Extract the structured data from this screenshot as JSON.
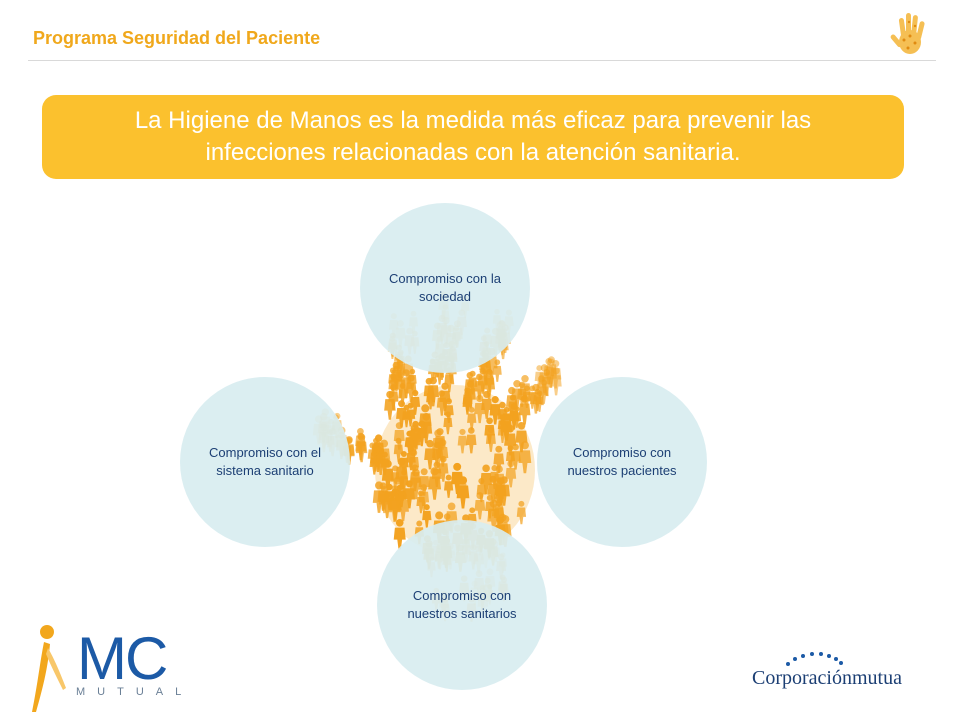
{
  "header": {
    "title": "Programa Seguridad del Paciente"
  },
  "banner": {
    "text": "La Higiene de Manos es la medida más eficaz para prevenir las infecciones relacionadas con la atención sanitaria."
  },
  "diagram": {
    "nodes": [
      {
        "id": "top",
        "label": "Compromiso con la sociedad"
      },
      {
        "id": "left",
        "label": "Compromiso con el sistema sanitario"
      },
      {
        "id": "right",
        "label": "Compromiso con nuestros pacientes"
      },
      {
        "id": "bottom",
        "label": "Compromiso con nuestros sanitarios"
      }
    ]
  },
  "logos": {
    "mc_mark": "MC",
    "mc_sub": "MUTUAL",
    "corp": "Corporaciónmutua"
  },
  "colors": {
    "accent": "#f0a81c",
    "banner": "#fbc12e",
    "circle": "#d8edf0",
    "text_dark": "#1c3f74",
    "mc_blue": "#1c5aa6"
  },
  "icons": {
    "header": "hand-icon",
    "center": "hand-of-people-graphic"
  }
}
